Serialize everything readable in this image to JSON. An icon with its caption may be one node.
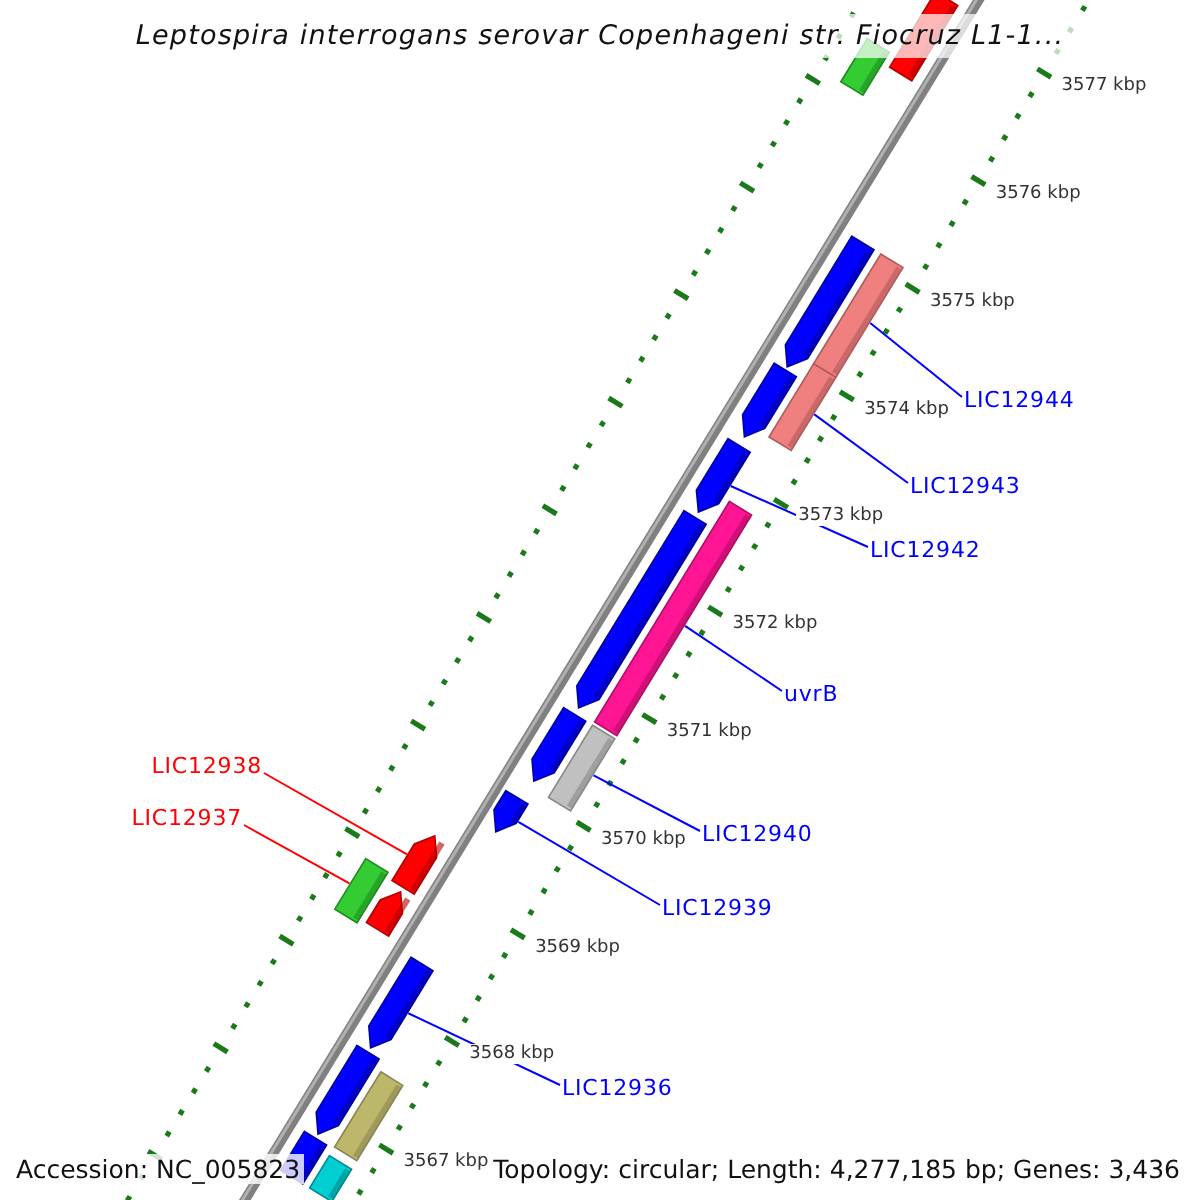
{
  "diagram": {
    "title": "Leptospira interrogans serovar Copenhageni str. Fiocruz L1-1...",
    "nodes": [
      {
        "text": [
          "LIC12944"
        ]
      },
      {
        "text": [
          "LIC12943"
        ]
      },
      {
        "text": [
          "LIC12942"
        ]
      },
      {
        "text": [
          "uvrB"
        ]
      },
      {
        "text": [
          "LIC12938"
        ]
      },
      {
        "text": [
          "LIC12937"
        ]
      },
      {
        "text": [
          "LIC12940"
        ]
      },
      {
        "text": [
          "LIC12939"
        ]
      },
      {
        "text": [
          "LIC12936"
        ]
      },
      {
        "text": [],
        "shape": "bar"
      },
      {
        "text": [],
        "shape": "bar"
      },
      {
        "text": [],
        "shape": "bar"
      },
      {
        "text": [],
        "shape": "bar"
      },
      {
        "text": [],
        "shape": "bar"
      },
      {
        "text": [],
        "shape": "bar"
      },
      {
        "text": [],
        "shape": "bar"
      },
      {
        "text": [],
        "shape": "bar"
      },
      {
        "text": [],
        "shape": "bar"
      },
      {
        "text": [],
        "shape": "bar"
      },
      {
        "text": [],
        "shape": "bar"
      },
      {
        "text": [],
        "shape": "bar"
      },
      {
        "text": [],
        "shape": "bar"
      },
      {
        "text": [],
        "shape": "bar"
      },
      {
        "text": [],
        "shape": "bar"
      },
      {
        "text": [],
        "shape": "bar"
      },
      {
        "text": [],
        "shape": "bar"
      },
      {
        "text": [],
        "shape": "bar"
      },
      {
        "text": [],
        "shape": "bar"
      },
      {
        "text": [],
        "shape": "bar"
      }
    ],
    "edges": [
      {
        "from": 0,
        "to": 12,
        "arrow": "none"
      },
      {
        "from": 1,
        "to": 14,
        "arrow": "none"
      },
      {
        "from": 2,
        "to": 15,
        "arrow": "none"
      },
      {
        "from": 3,
        "to": 17,
        "arrow": "none"
      },
      {
        "from": 4,
        "to": 21,
        "arrow": "none",
        "color": "#ff0000"
      },
      {
        "from": 5,
        "to": 22,
        "arrow": "none",
        "color": "#ff0000"
      },
      {
        "from": 6,
        "to": 19,
        "arrow": "none"
      },
      {
        "from": 7,
        "to": 20,
        "arrow": "none"
      },
      {
        "from": 8,
        "to": 24,
        "arrow": "none"
      }
    ],
    "labels": [
      "3577 kbp",
      "3576 kbp",
      "3575 kbp",
      "3574 kbp",
      "3573 kbp",
      "3572 kbp",
      "3571 kbp",
      "3570 kbp",
      "3569 kbp",
      "3568 kbp",
      "3567 kbp",
      "Accession: NC_005823",
      "Topology: circular; Length: 4,277,185 bp; Genes: 3,436"
    ]
  }
}
